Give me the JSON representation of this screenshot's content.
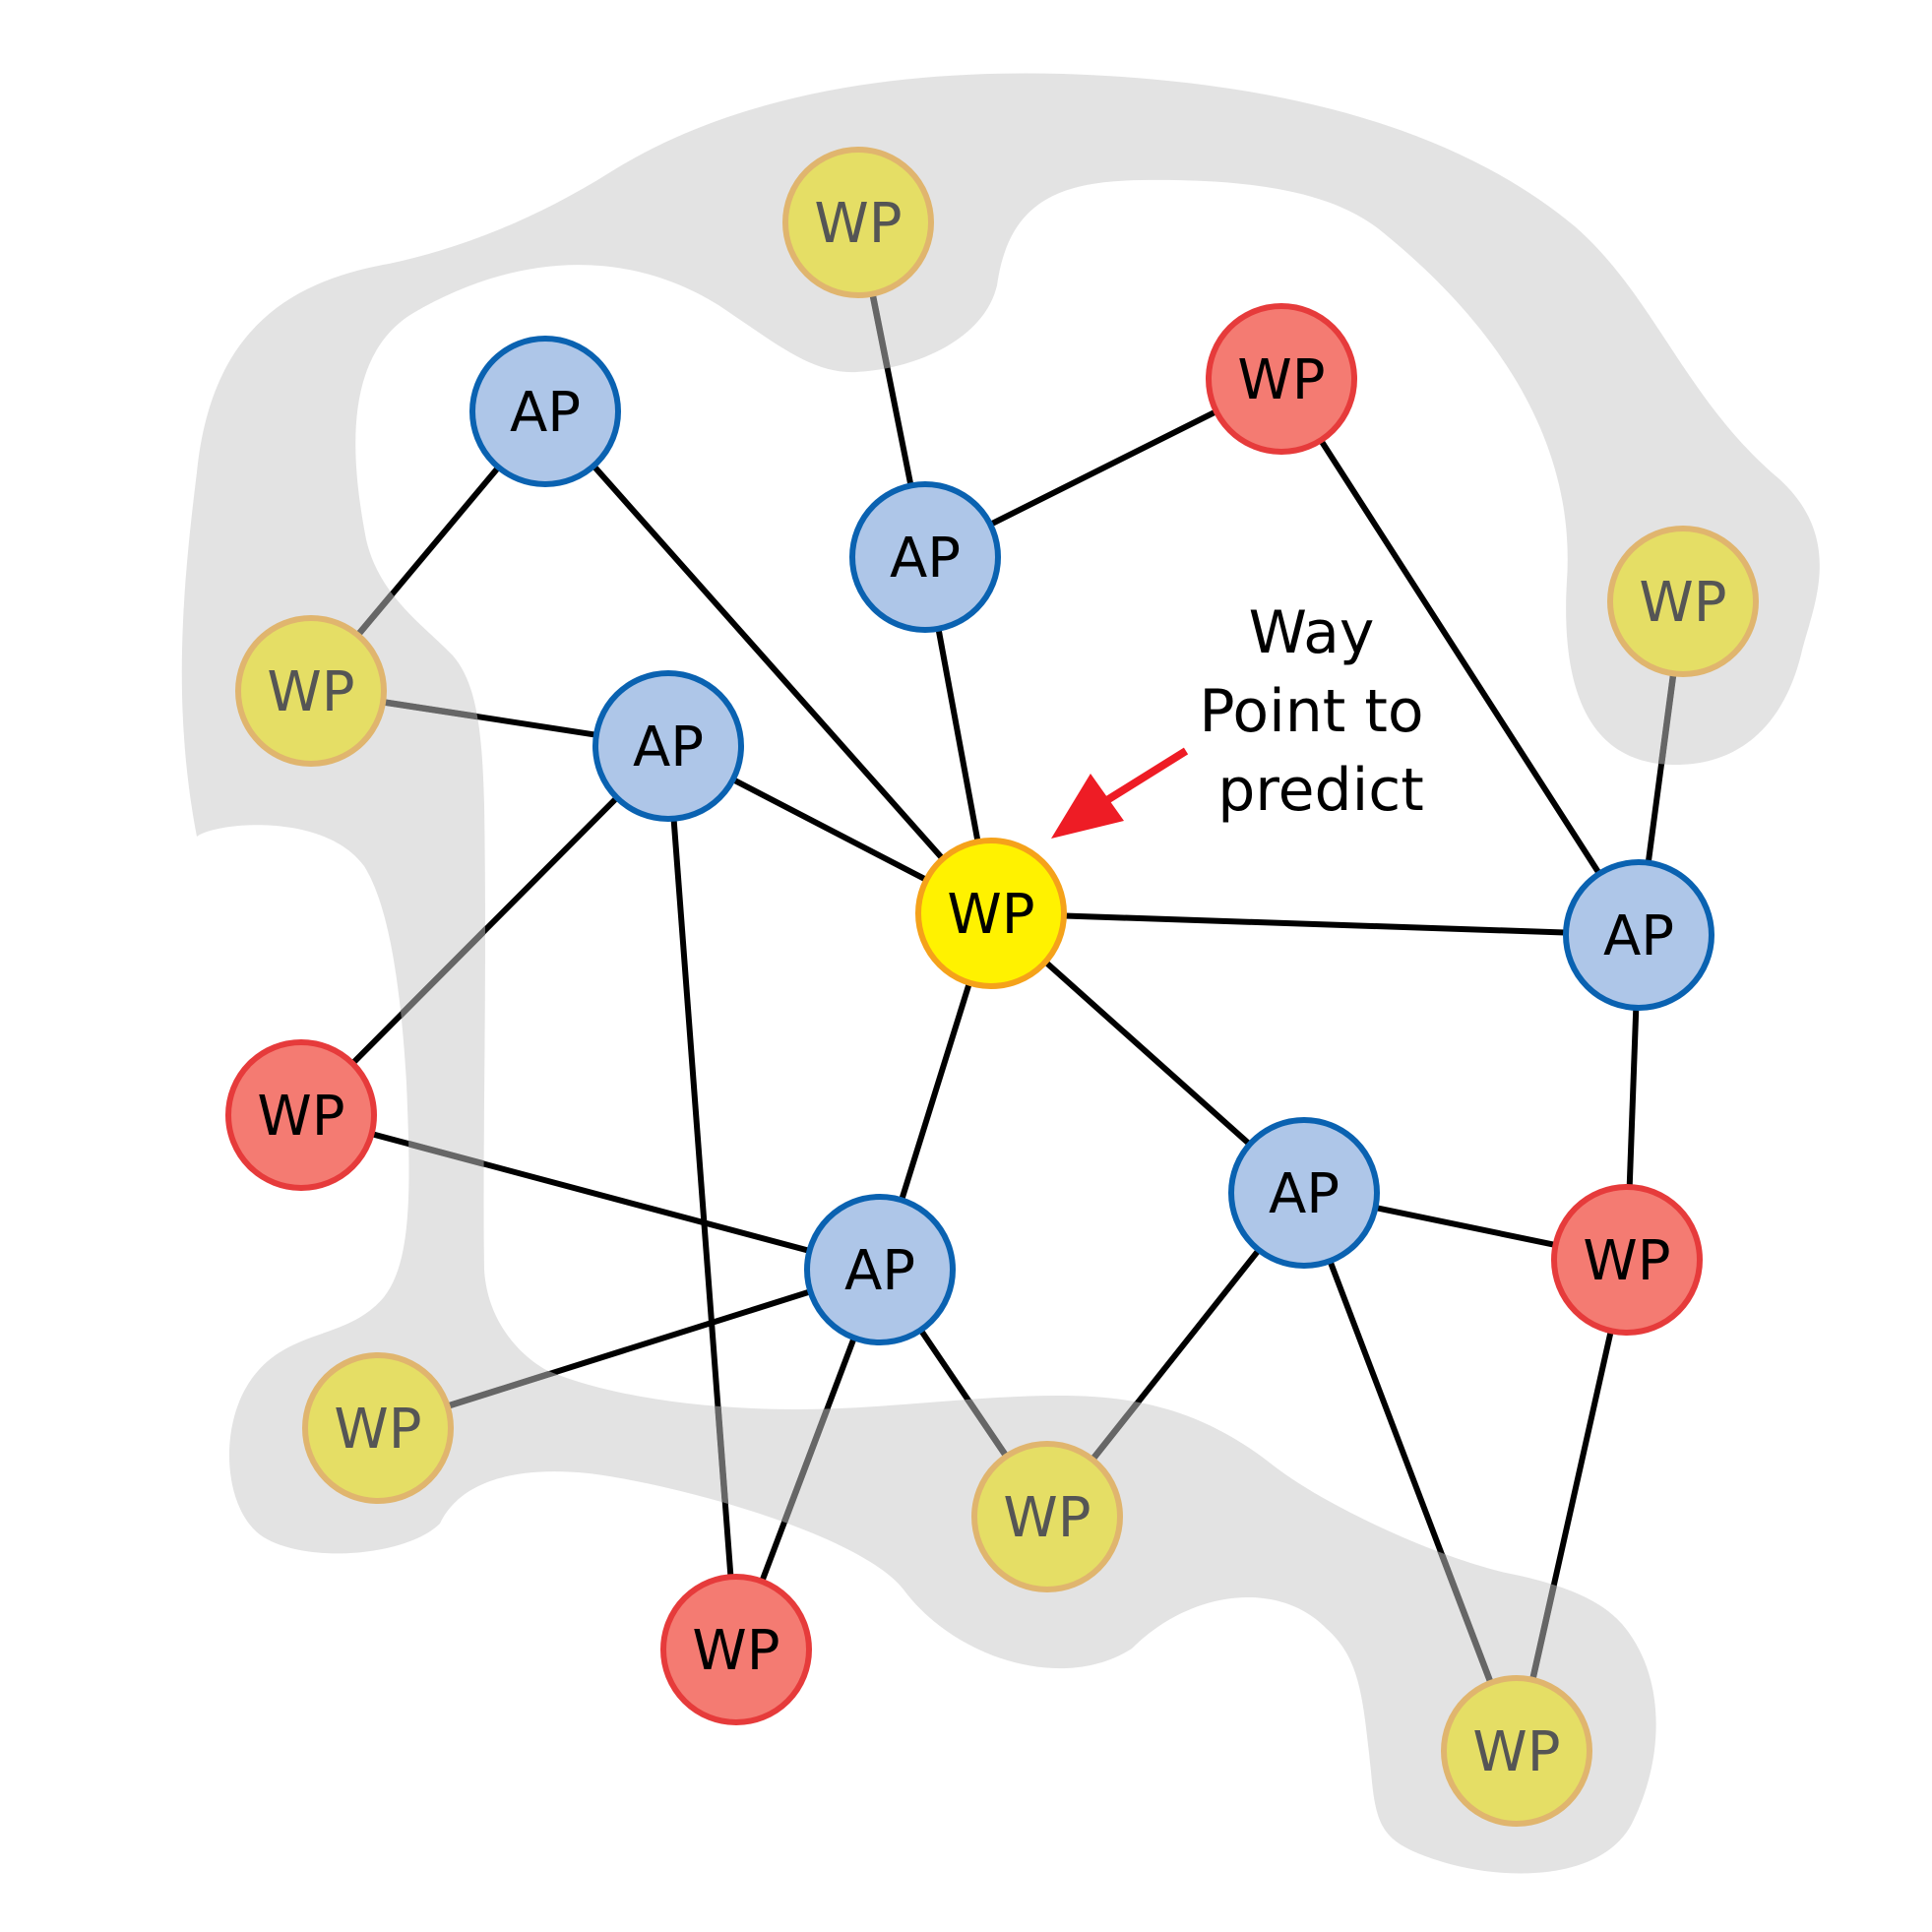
{
  "diagram": {
    "annotation": {
      "lines": [
        "Way",
        "Point to",
        "predict"
      ]
    },
    "colors": {
      "region": "#e3e3e3",
      "edge": "#000000",
      "edge_faded": "#666666",
      "arrow": "#ee1c25",
      "ap_fill": "#aec6e8",
      "ap_stroke": "#0a62b1",
      "wp_red_fill": "#f47b72",
      "wp_red_stroke": "#e63b3b",
      "wp_yellow_fill": "#e5de65",
      "wp_yellow_stroke": "#e0b56e",
      "wp_target_fill": "#fff200",
      "wp_target_stroke": "#f5a21a"
    },
    "nodes": [
      {
        "id": "wp_target",
        "label": "WP",
        "kind": "wp-target"
      },
      {
        "id": "ap1",
        "label": "AP",
        "kind": "ap"
      },
      {
        "id": "ap2",
        "label": "AP",
        "kind": "ap"
      },
      {
        "id": "ap3",
        "label": "AP",
        "kind": "ap"
      },
      {
        "id": "ap4",
        "label": "AP",
        "kind": "ap"
      },
      {
        "id": "ap5",
        "label": "AP",
        "kind": "ap"
      },
      {
        "id": "ap6",
        "label": "AP",
        "kind": "ap"
      },
      {
        "id": "wp_red_top",
        "label": "WP",
        "kind": "wp-red"
      },
      {
        "id": "wp_red_left",
        "label": "WP",
        "kind": "wp-red"
      },
      {
        "id": "wp_red_right",
        "label": "WP",
        "kind": "wp-red"
      },
      {
        "id": "wp_red_bottom",
        "label": "WP",
        "kind": "wp-red"
      },
      {
        "id": "wp_y_top",
        "label": "WP",
        "kind": "wp-yellow"
      },
      {
        "id": "wp_y_left",
        "label": "WP",
        "kind": "wp-yellow"
      },
      {
        "id": "wp_y_right",
        "label": "WP",
        "kind": "wp-yellow"
      },
      {
        "id": "wp_y_bl",
        "label": "WP",
        "kind": "wp-yellow"
      },
      {
        "id": "wp_y_bc",
        "label": "WP",
        "kind": "wp-yellow"
      },
      {
        "id": "wp_y_br",
        "label": "WP",
        "kind": "wp-yellow"
      }
    ],
    "edges": [
      [
        "ap1",
        "wp_target"
      ],
      [
        "ap1",
        "wp_y_left"
      ],
      [
        "ap2",
        "wp_y_top"
      ],
      [
        "ap2",
        "wp_red_top"
      ],
      [
        "ap2",
        "wp_target"
      ],
      [
        "ap3",
        "wp_y_left"
      ],
      [
        "ap3",
        "wp_target"
      ],
      [
        "ap3",
        "wp_red_left"
      ],
      [
        "ap3",
        "wp_red_bottom"
      ],
      [
        "ap4",
        "wp_red_top"
      ],
      [
        "ap4",
        "wp_y_right"
      ],
      [
        "ap4",
        "wp_target"
      ],
      [
        "ap4",
        "wp_red_right"
      ],
      [
        "ap5",
        "wp_target"
      ],
      [
        "ap5",
        "wp_red_right"
      ],
      [
        "ap5",
        "wp_y_bc"
      ],
      [
        "ap5",
        "wp_y_br"
      ],
      [
        "ap6",
        "wp_target"
      ],
      [
        "ap6",
        "wp_red_left"
      ],
      [
        "ap6",
        "wp_y_bl"
      ],
      [
        "ap6",
        "wp_y_bc"
      ],
      [
        "ap6",
        "wp_red_bottom"
      ],
      [
        "wp_red_right",
        "wp_y_br"
      ]
    ]
  }
}
